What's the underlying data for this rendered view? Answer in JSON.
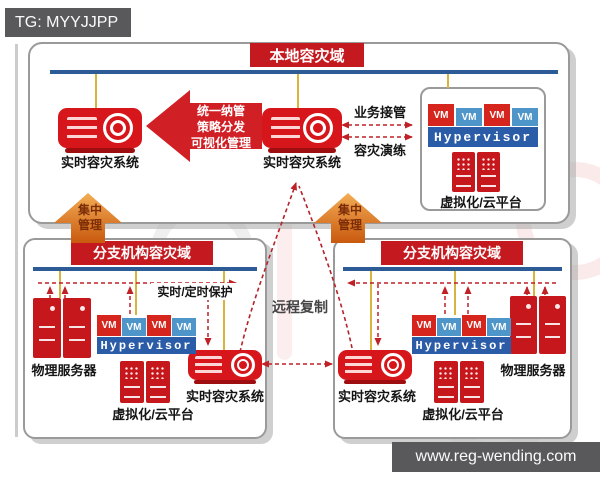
{
  "header": {
    "tag_label": "TG: MYYJJPP"
  },
  "footer": {
    "site_url": "www.reg-wending.com"
  },
  "local_domain": {
    "title": "本地容灾域",
    "left_server_label": "实时容灾系统",
    "center_server_label": "实时容灾系统",
    "mgmt_arrow_lines": [
      "统一纳管",
      "策略分发",
      "可视化管理"
    ],
    "business_takeover_label": "业务接管",
    "dr_drill_label": "容灾演练",
    "vm_labels": [
      "VM",
      "VM",
      "VM",
      "VM"
    ],
    "hypervisor_label": "Hypervisor",
    "platform_label": "虚拟化/云平台"
  },
  "central_management": {
    "line1": "集中",
    "line2": "管理"
  },
  "branch_left": {
    "title": "分支机构容灾域",
    "protection_label": "实时/定时保护",
    "physical_server_label": "物理服务器",
    "vm_labels": [
      "VM",
      "VM",
      "VM",
      "VM"
    ],
    "hypervisor_label": "Hypervisor",
    "platform_label": "虚拟化/云平台",
    "dr_server_label": "实时容灾系统"
  },
  "branch_right": {
    "title": "分支机构容灾域",
    "physical_server_label": "物理服务器",
    "vm_labels": [
      "VM",
      "VM",
      "VM",
      "VM"
    ],
    "hypervisor_label": "Hypervisor",
    "platform_label": "虚拟化/云平台",
    "dr_server_label": "实时容灾系统"
  },
  "interconnect": {
    "remote_replication_label": "远程复制"
  },
  "colors": {
    "accent_red": "#c4191f",
    "hypervisor_blue": "#2a5ca8",
    "vm_blue": "#4e96c9",
    "vm_red": "#d6251d",
    "line_blue": "#2d5b96",
    "connector_yellow": "#d8b43c",
    "dashed_red": "#c02126",
    "mgmt_orange": "#d97a26",
    "badge_gray": "#59595b"
  }
}
